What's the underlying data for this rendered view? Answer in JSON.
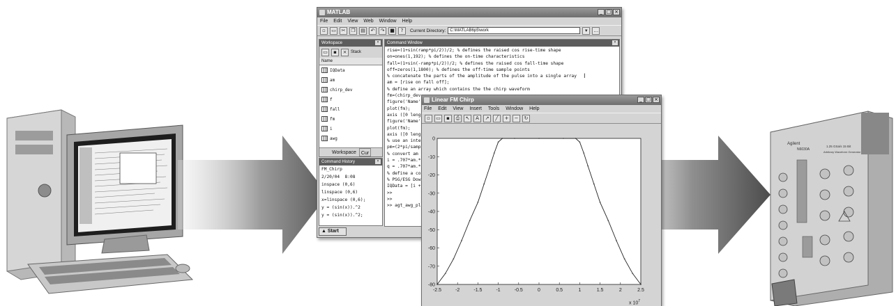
{
  "matlab": {
    "title": "MATLAB",
    "menu": [
      "File",
      "Edit",
      "View",
      "Web",
      "Window",
      "Help"
    ],
    "current_dir_label": "Current Directory:",
    "current_dir_value": "C:\\MATLAB6p5\\work",
    "workspace": {
      "title": "Workspace",
      "stack_label": "Stack",
      "column_header": "Name",
      "variables": [
        "IQData",
        "am",
        "chirp_dev",
        "f",
        "fall",
        "fm",
        "i",
        "awg"
      ],
      "tab_workspace": "Workspace",
      "tab_current": "Cur"
    },
    "command_history": {
      "title": "Command History",
      "lines": [
        "FM_Chirp",
        "2/20/04  8:08",
        "inspace (0,6)",
        "linspace (0,6)",
        "x=linspace (0,6);",
        "y = (sin(x)).^2",
        "y = (sin(x)).^2;"
      ]
    },
    "command_window": {
      "title": "Command Window",
      "lines": [
        "rise=(1+sin(ramp*pi/2))/2; % defines the raised cos rise-time shape",
        "on=ones(1,192); % defines the on-time characteristics",
        "fall=(1+sin(-ramp*pi/2))/2; % defines the raised cos fall-time shape",
        "off=zeros(1,1800); % defines the off-time sample points",
        "% concatenate the parts of the amplitude of the pulse into a single array",
        "am = [rise on fall off];",
        "% define an array which contains the the chirp waveform",
        "fm=(chirp_dev",
        "figure('Name'",
        "plot(fm);",
        "axis ([0 leng",
        "figure('Name'",
        "plot(fm);",
        "axis ([0 leng",
        "% use an inte",
        "pm=(2*pi/samp",
        "% convert am",
        "i = .707*am.*",
        "q = .707*am.*",
        "% define a co",
        "% PSG/ESG Dow",
        "IQData = [i +",
        ">>",
        ">>",
        ">> agt_awg_pl"
      ]
    },
    "start_button": "Start"
  },
  "figure": {
    "title": "Linear FM Chirp",
    "menu": [
      "File",
      "Edit",
      "View",
      "Insert",
      "Tools",
      "Window",
      "Help"
    ],
    "x_multiplier": "x 10",
    "x_multiplier_exp": "7"
  },
  "chart_data": {
    "type": "line",
    "title": "",
    "xlabel": "",
    "ylabel": "",
    "xlim": [
      -2.5,
      2.5
    ],
    "ylim": [
      -80,
      0
    ],
    "x_ticks": [
      "-2.5",
      "-2",
      "-1.5",
      "-1",
      "-0.5",
      "0",
      "0.5",
      "1",
      "1.5",
      "2",
      "2.5"
    ],
    "y_ticks": [
      "0",
      "-10",
      "-20",
      "-30",
      "-40",
      "-50",
      "-60",
      "-70",
      "-80"
    ],
    "series": [
      {
        "x": [
          -2.5,
          -2.3,
          -2.1,
          -1.9,
          -1.7,
          -1.5,
          -1.35,
          -1.2,
          -1.1,
          -1.0,
          -0.9,
          -0.6,
          0.0,
          0.6,
          0.9,
          1.0,
          1.1,
          1.2,
          1.35,
          1.5,
          1.7,
          1.9,
          2.1,
          2.3,
          2.5
        ],
        "y": [
          -80,
          -74,
          -66,
          -56,
          -45,
          -35,
          -25,
          -15,
          -8,
          -2,
          0,
          0,
          0,
          0,
          0,
          -2,
          -8,
          -15,
          -25,
          -35,
          -45,
          -56,
          -66,
          -74,
          -80
        ]
      }
    ]
  },
  "instrument": {
    "brand": "Agilent",
    "model": "N6030A",
    "description": "Arbitrary Waveform Generator",
    "spec": "1.25 GSa/s  15 Bit"
  }
}
